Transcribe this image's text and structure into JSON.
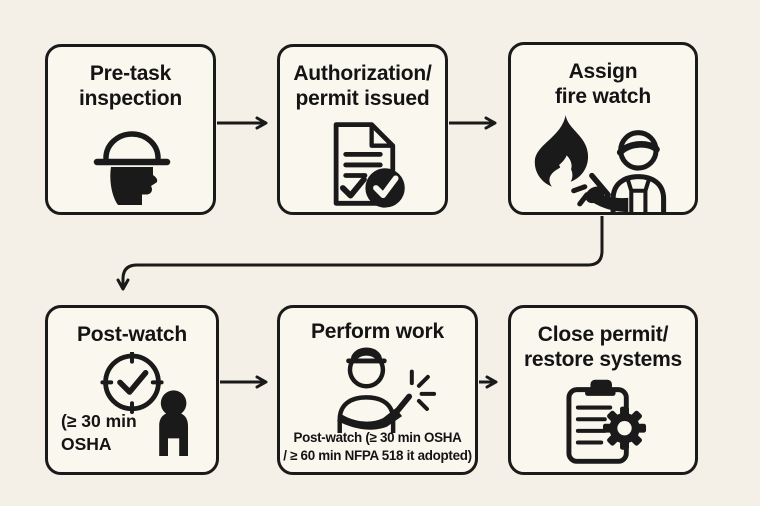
{
  "canvas": {
    "background": "#f5f0e7",
    "node_background": "#faf7ef",
    "ink": "#1a1a1a"
  },
  "nodes": [
    {
      "id": "pre-task-inspection",
      "title": "Pre-task\ninspection",
      "icon": "worker-hardhat-head-icon"
    },
    {
      "id": "authorization-permit-issued",
      "title": "Authorization/\npermit issued",
      "icon": "permit-document-check-icon"
    },
    {
      "id": "assign-fire-watch",
      "title": "Assign\nfire watch",
      "icon": "flame-fire-watcher-icon"
    },
    {
      "id": "post-watch",
      "title": "Post-watch",
      "caption": "(≥ 30 min\nOSHA",
      "icon": "clock-person-icon"
    },
    {
      "id": "perform-work",
      "title": "Perform work",
      "caption": "Post-watch (≥ 30 min OSHA\n/ ≥ 60 min NFPA 518 it adopted)",
      "icon": "welder-sparks-icon"
    },
    {
      "id": "close-permit-restore-systems",
      "title": "Close permit/\nrestore systems",
      "icon": "clipboard-gear-icon"
    }
  ],
  "edges": [
    {
      "from": "pre-task-inspection",
      "to": "authorization-permit-issued"
    },
    {
      "from": "authorization-permit-issued",
      "to": "assign-fire-watch"
    },
    {
      "from": "assign-fire-watch",
      "to": "post-watch"
    },
    {
      "from": "post-watch",
      "to": "perform-work"
    },
    {
      "from": "perform-work",
      "to": "close-permit-restore-systems"
    }
  ]
}
